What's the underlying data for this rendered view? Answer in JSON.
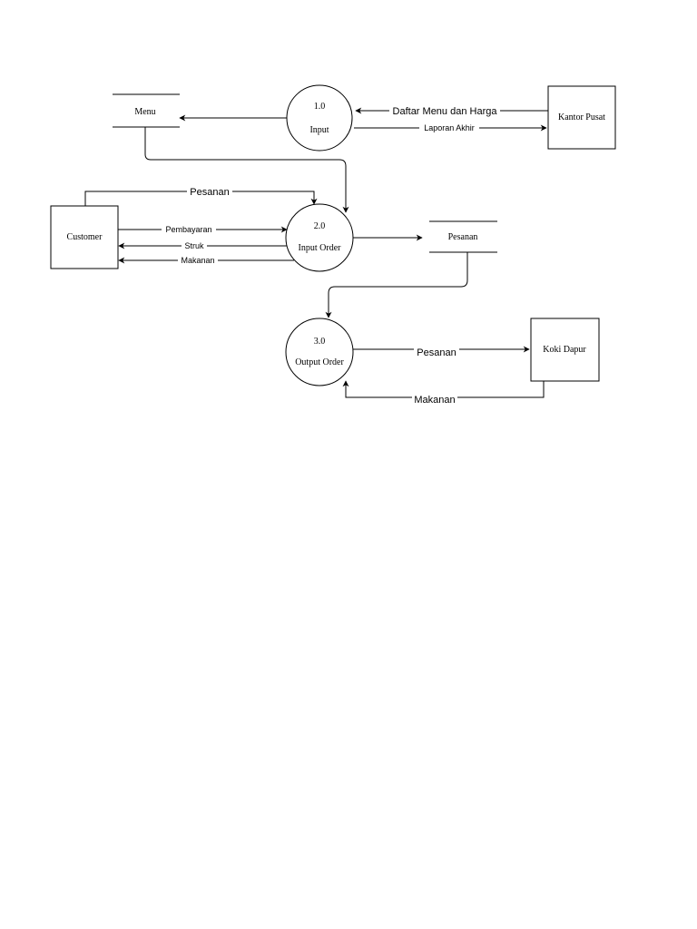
{
  "entities": {
    "kantor_pusat": "Kantor Pusat",
    "customer": "Customer",
    "koki_dapur": "Koki Dapur"
  },
  "stores": {
    "menu": "Menu",
    "pesanan": "Pesanan"
  },
  "processes": {
    "p1": {
      "number": "1.0",
      "name": "Input"
    },
    "p2": {
      "number": "2.0",
      "name": "Input Order"
    },
    "p3": {
      "number": "3.0",
      "name": "Output Order"
    }
  },
  "flows": {
    "daftar_menu": "Daftar Menu dan Harga",
    "laporan_akhir": "Laporan Akhir",
    "pesanan_customer": "Pesanan",
    "pembayaran": "Pembayaran",
    "struk": "Struk",
    "makanan_customer": "Makanan",
    "pesanan_koki": "Pesanan",
    "makanan_koki": "Makanan"
  }
}
